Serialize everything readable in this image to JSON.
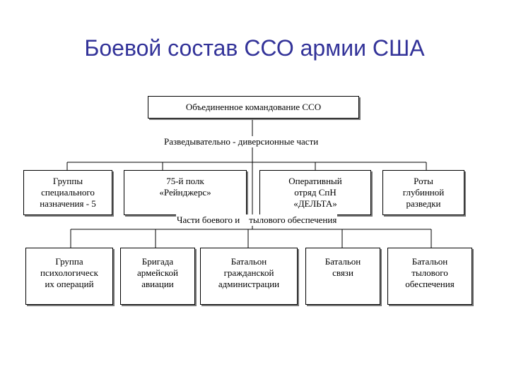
{
  "title": "Боевой состав ССО армии США",
  "top_box": "Объединенное командование ССО",
  "recon_label": "Разведывательно - диверсионные части",
  "support_label_left": "Части боевого и",
  "support_label_right": "тылового обеспечения",
  "recon_units": [
    [
      "Группы",
      "специального",
      "назначения - 5"
    ],
    [
      "75-й полк",
      "«Рейнджерс»"
    ],
    [
      "Оперативный",
      "отряд СпН",
      "«ДЕЛЬТА»"
    ],
    [
      "Роты",
      "глубинной",
      "разведки"
    ]
  ],
  "support_units": [
    [
      "Группа",
      "психологическ",
      "их операций"
    ],
    [
      "Бригада",
      "армейской",
      "авиации"
    ],
    [
      "Батальон",
      "гражданской",
      "администрации"
    ],
    [
      "Батальон",
      "связи"
    ],
    [
      "Батальон",
      "тылового",
      "обеспечения"
    ]
  ]
}
